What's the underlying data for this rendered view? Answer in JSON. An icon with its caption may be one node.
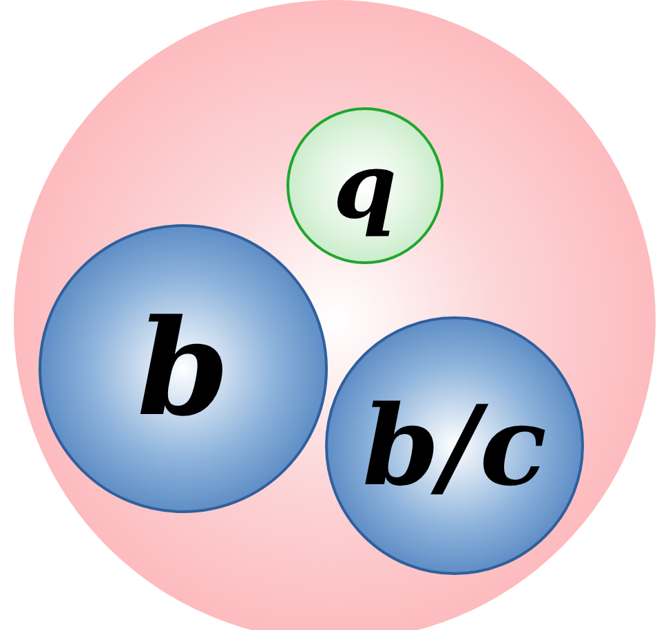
{
  "diagram": {
    "nodes": [
      {
        "text": [],
        "shape": "circle"
      },
      {
        "text": [
          "q"
        ],
        "in": 0
      },
      {
        "text": [
          "b"
        ],
        "in": 0
      },
      {
        "text": [
          "b/c"
        ],
        "in": 0
      }
    ]
  }
}
